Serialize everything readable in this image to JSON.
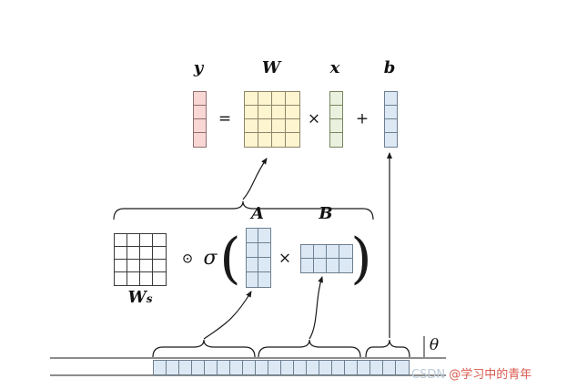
{
  "equation": {
    "y": {
      "label": "y",
      "rows": 4,
      "cols": 1,
      "fill": "#f8d7d4",
      "stroke": "#8f6f6f"
    },
    "equals": "=",
    "W": {
      "label": "W",
      "rows": 4,
      "cols": 4,
      "fill": "#fdf5d0",
      "stroke": "#8f8468"
    },
    "times": "×",
    "x": {
      "label": "x",
      "rows": 4,
      "cols": 1,
      "fill": "#eaf1df",
      "stroke": "#79855f"
    },
    "plus": "+",
    "b": {
      "label": "b",
      "rows": 4,
      "cols": 1,
      "fill": "#dce9f5",
      "stroke": "#6d7f90"
    }
  },
  "decomposition": {
    "Ws": {
      "label": "W",
      "subscript": "s",
      "rows": 4,
      "cols": 4,
      "fill": "#ffffff",
      "stroke": "#3a3a3a"
    },
    "odot": "⊙",
    "sigma": "σ",
    "lparen": "(",
    "A": {
      "label": "A",
      "rows": 4,
      "cols": 2,
      "fill": "#dce9f5",
      "stroke": "#6d7f90"
    },
    "times": "×",
    "B": {
      "label": "B",
      "rows": 2,
      "cols": 4,
      "fill": "#dce9f5",
      "stroke": "#6d7f90"
    },
    "rparen": ")"
  },
  "theta": {
    "label": "θ",
    "rows": 1,
    "cols": 20,
    "fill": "#dce9f5",
    "stroke": "#6d7f90"
  },
  "watermark": {
    "prefix": "CSDN ",
    "handle": "@学习中的青年",
    "prefix_color": "#bccbd9",
    "handle_color": "#d85a4e"
  }
}
